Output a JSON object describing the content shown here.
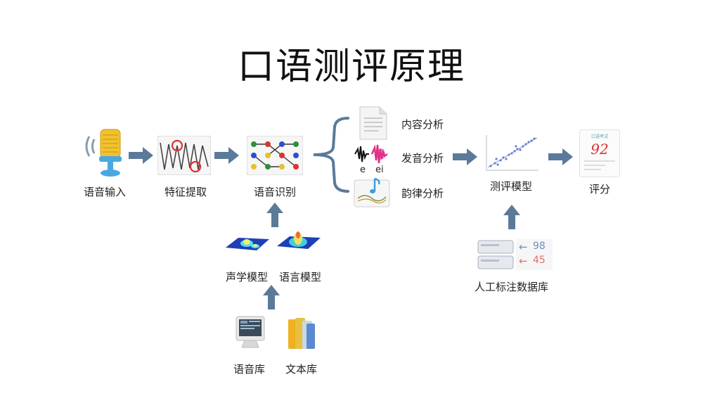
{
  "title": "口语测评原理",
  "nodes": {
    "speech_input": "语音输入",
    "feature_extraction": "特征提取",
    "speech_recognition": "语音识别",
    "content_analysis": "内容分析",
    "pronunciation_analysis": "发音分析",
    "prosody_analysis": "韵律分析",
    "eval_model": "测评模型",
    "score": "评分",
    "acoustic_model": "声学模型",
    "language_model": "语言模型",
    "speech_corpus": "语音库",
    "text_corpus": "文本库",
    "annotation_db": "人工标注数据库"
  },
  "phonemes": {
    "a": "e",
    "b": "ei"
  },
  "score_card": {
    "header": "口语考试",
    "value": "92"
  },
  "db_badges": {
    "top": "98",
    "bottom": "45"
  },
  "colors": {
    "arrow": "#5b7a99",
    "accent_red": "#e03030",
    "accent_blue": "#2a4fd0"
  }
}
